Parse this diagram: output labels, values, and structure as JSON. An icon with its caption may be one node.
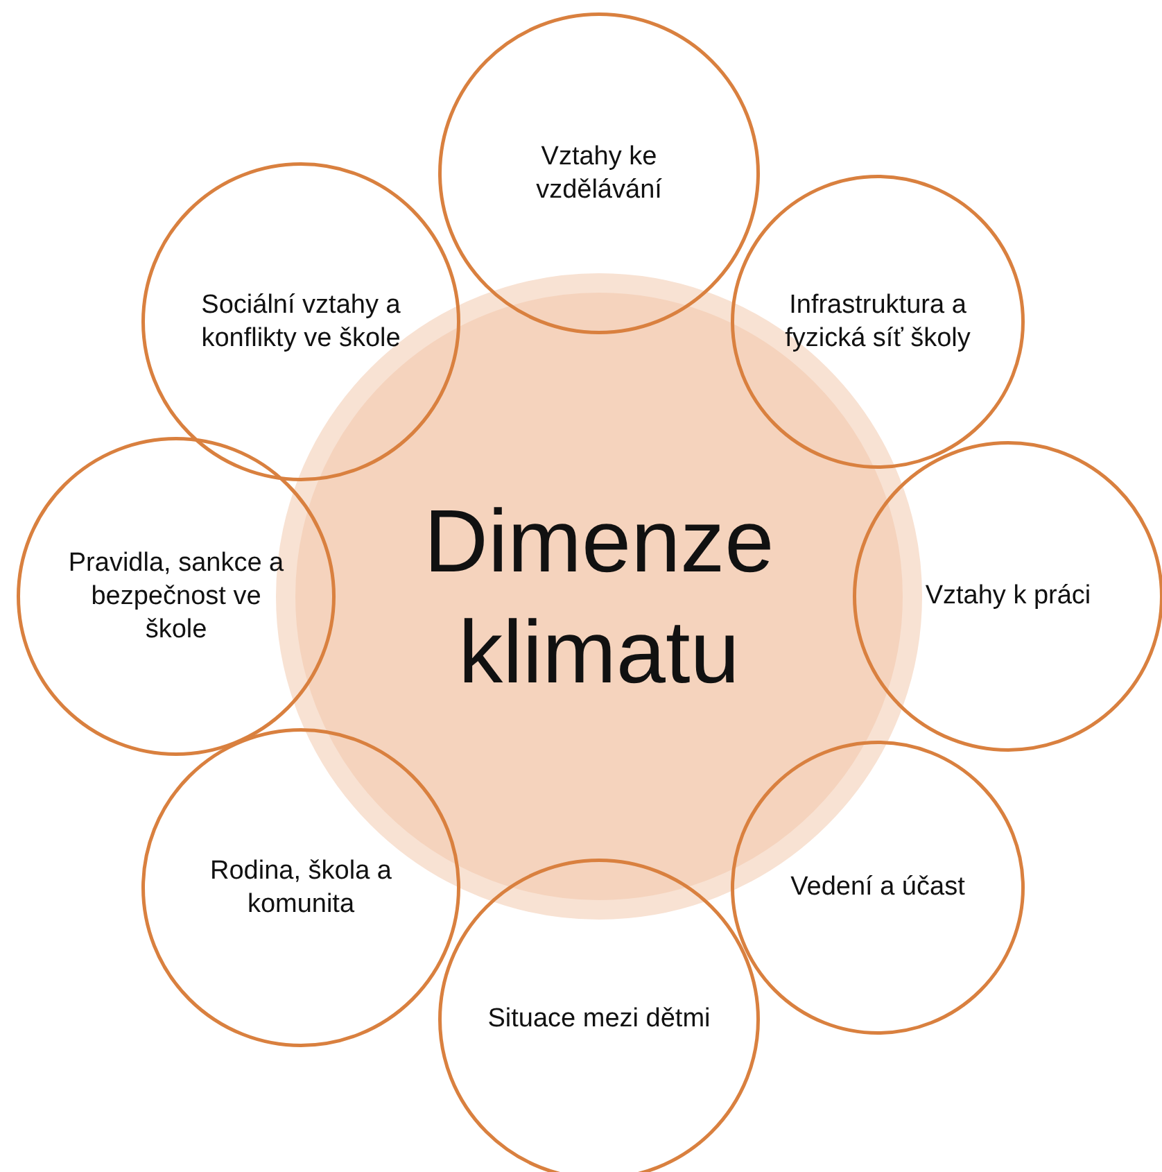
{
  "diagram": {
    "nodes": [
      {
        "text": [
          "Dimenze klimatu"
        ]
      },
      {
        "text": [
          "Vztahy ke vzdělávání"
        ]
      },
      {
        "text": [
          "Infrastruktura a fyzická síť školy"
        ]
      },
      {
        "text": [
          "Vztahy k práci"
        ]
      },
      {
        "text": [
          "Vedení a účast"
        ]
      },
      {
        "text": [
          "Situace mezi dětmi"
        ]
      },
      {
        "text": [
          "Rodina, škola a komunita"
        ]
      },
      {
        "text": [
          "Pravidla, sankce a bezpečnost ve škole"
        ]
      },
      {
        "text": [
          "Sociální vztahy a konflikty ve škole"
        ]
      }
    ]
  }
}
